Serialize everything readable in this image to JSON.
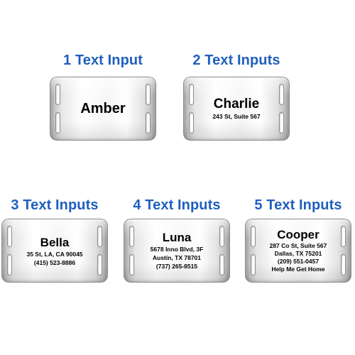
{
  "options": [
    {
      "heading": "1 Text Input",
      "name": "Amber",
      "lines": []
    },
    {
      "heading": "2 Text Inputs",
      "name": "Charlie",
      "lines": [
        "243 St, Suite 567"
      ]
    },
    {
      "heading": "3 Text Inputs",
      "name": "Bella",
      "lines": [
        "35 St, LA, CA 90045",
        "(415) 523-8886"
      ]
    },
    {
      "heading": "4 Text Inputs",
      "name": "Luna",
      "lines": [
        "5678 Inno Blvd, 3F",
        "Austin, TX 78701",
        "(737) 265-8515"
      ]
    },
    {
      "heading": "5 Text Inputs",
      "name": "Cooper",
      "lines": [
        "287 Co St, Suite 567",
        "Dallas, TX 75201",
        "(209) 551-0457",
        "Help Me Get Home"
      ]
    }
  ],
  "colors": {
    "heading": "#1f5fbf",
    "engraving": "#000000",
    "tag_metal": "#d9d9d9"
  }
}
